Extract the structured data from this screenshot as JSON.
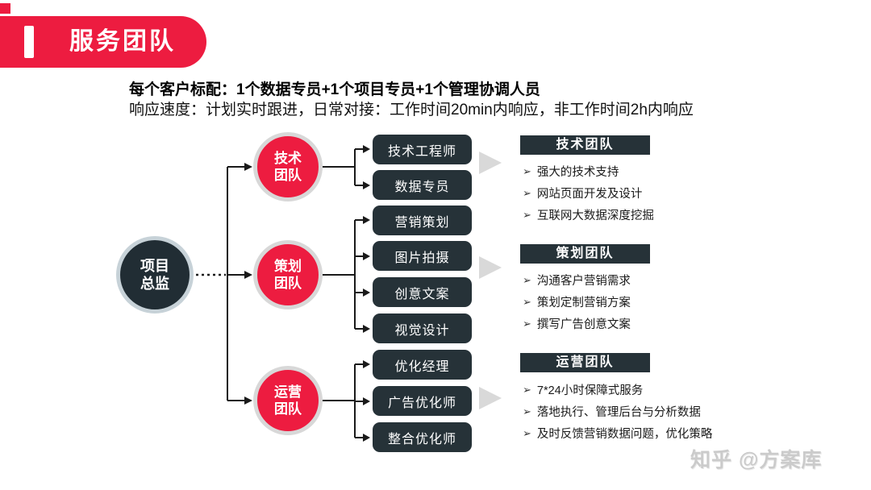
{
  "banner": {
    "title": "服务团队"
  },
  "header": {
    "line1": "每个客户标配：1个数据专员+1个项目专员+1个管理协调人员",
    "line2": "响应速度：计划实时跟进，日常对接：工作时间20min内响应，非工作时间2h内响应"
  },
  "diagram": {
    "bullet_marker": "➢",
    "root": {
      "line1": "项目",
      "line2": "总监"
    },
    "groups": [
      {
        "circle_line1": "技术",
        "circle_line2": "团队",
        "boxes": [
          "技术工程师",
          "数据专员"
        ],
        "panel": {
          "title": "技术团队",
          "bullets": [
            "强大的技术支持",
            "网站页面开发及设计",
            "互联网大数据深度挖掘"
          ]
        }
      },
      {
        "circle_line1": "策划",
        "circle_line2": "团队",
        "boxes": [
          "营销策划",
          "图片拍摄",
          "创意文案",
          "视觉设计"
        ],
        "panel": {
          "title": "策划团队",
          "bullets": [
            "沟通客户营销需求",
            "策划定制营销方案",
            "撰写广告创意文案"
          ]
        }
      },
      {
        "circle_line1": "运营",
        "circle_line2": "团队",
        "boxes": [
          "优化经理",
          "广告优化师",
          "整合优化师"
        ],
        "panel": {
          "title": "运营团队",
          "bullets": [
            "7*24小时保障式服务",
            "落地执行、管理后台与分析数据",
            "及时反馈营销数据问题，优化策略"
          ]
        }
      }
    ]
  },
  "colors": {
    "accent_red": "#ED1C40",
    "dark_slate": "#263238",
    "ring_gray": "#D8D8D8",
    "arrow_gray": "#D9D9D9"
  },
  "watermark": "知乎 @方案库"
}
